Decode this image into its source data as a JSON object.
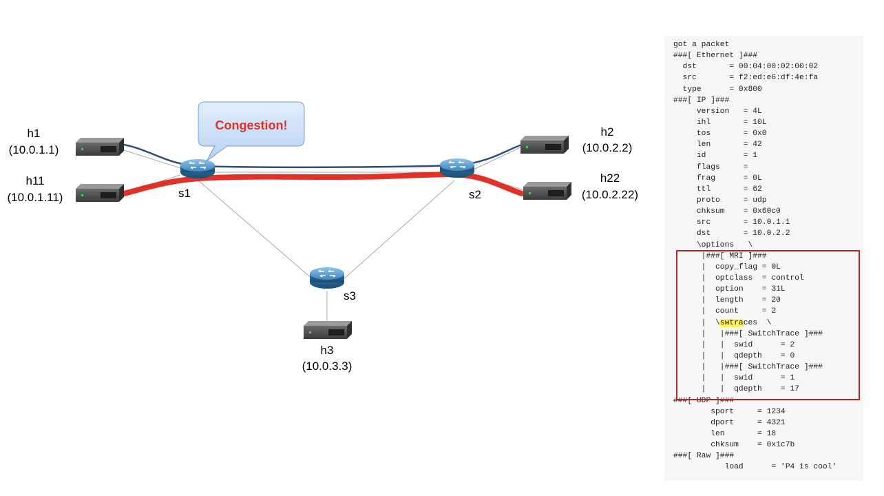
{
  "diagram": {
    "callout": "Congestion!",
    "switches": [
      {
        "id": "s1",
        "label": "s1"
      },
      {
        "id": "s2",
        "label": "s2"
      },
      {
        "id": "s3",
        "label": "s3"
      }
    ],
    "hosts": [
      {
        "id": "h1",
        "name": "h1",
        "ip": "(10.0.1.1)"
      },
      {
        "id": "h11",
        "name": "h11",
        "ip": "(10.0.1.11)"
      },
      {
        "id": "h2",
        "name": "h2",
        "ip": "(10.0.2.2)"
      },
      {
        "id": "h22",
        "name": "h22",
        "ip": "(10.0.2.22)"
      },
      {
        "id": "h3",
        "name": "h3",
        "ip": "(10.0.3.3)"
      }
    ],
    "colors": {
      "flow_blue": "#2f4f7a",
      "flow_red": "#e03228",
      "callout_fill": "#cfe0f7",
      "callout_text": "#e03228",
      "highlight_box": "#b02a22"
    }
  },
  "terminal": {
    "lines": [
      "got a packet",
      "###[ Ethernet ]###",
      "  dst       = 00:04:00:02:00:02",
      "  src       = f2:ed:e6:df:4e:fa",
      "  type      = 0x800",
      "###[ IP ]###",
      "     version   = 4L",
      "     ihl       = 10L",
      "     tos       = 0x0",
      "     len       = 42",
      "     id        = 1",
      "     flags     = ",
      "     frag      = 0L",
      "     ttl       = 62",
      "     proto     = udp",
      "     chksum    = 0x60c0",
      "     src       = 10.0.1.1",
      "     dst       = 10.0.2.2",
      "     \\options   \\",
      "      |###[ MRI ]###",
      "      |  copy_flag = 0L",
      "      |  optclass  = control",
      "      |  option    = 31L",
      "      |  length    = 20",
      "      |  count     = 2",
      "      |  \\swtraces  \\",
      "      |   |###[ SwitchTrace ]###",
      "      |   |  swid      = 2",
      "      |   |  qdepth    = 0",
      "      |   |###[ SwitchTrace ]###",
      "      |   |  swid      = 1",
      "      |   |  qdepth    = 17",
      "###[ UDP ]###",
      "        sport     = 1234",
      "        dport     = 4321",
      "        len       = 18",
      "        chksum    = 0x1c7b",
      "###[ Raw ]###",
      "           load      = 'P4 is cool'"
    ],
    "highlight": {
      "line": 25,
      "prefix": "      |  \\",
      "mark": "swtra",
      "suffix": "ces  \\"
    }
  }
}
